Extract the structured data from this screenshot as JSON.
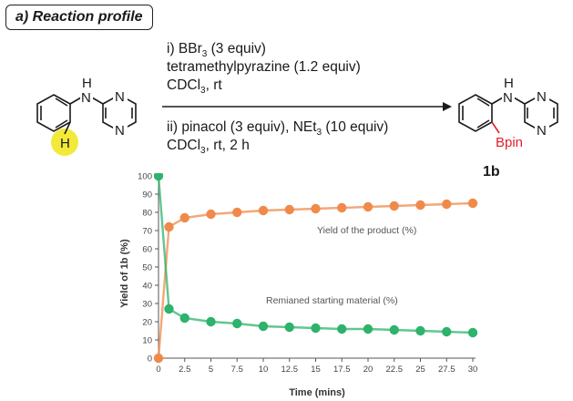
{
  "panel_label": "a) Reaction profile",
  "conditions": {
    "step1_line1_pre": "i) BBr",
    "step1_line1_sub": "3",
    "step1_line1_post": " (3 equiv)",
    "step1_line2": "tetramethylpyrazine (1.2 equiv)",
    "step1_line3_pre": "CDCl",
    "step1_line3_sub": "3",
    "step1_line3_post": ", rt",
    "step2_line1_pre": "ii) pinacol (3 equiv), NEt",
    "step2_line1_sub": "3",
    "step2_line1_post": " (10 equiv)",
    "step2_line2_pre": "CDCl",
    "step2_line2_sub": "3",
    "step2_line2_post": ", rt, 2 h"
  },
  "structures": {
    "nh_label": "H",
    "n_label": "N",
    "h_label": "H",
    "bpin_label": "Bpin",
    "highlight_color": "#f2e93a",
    "bpin_color": "#e0202a"
  },
  "product_label": "1b",
  "chart_data": {
    "type": "line",
    "xlabel": "Time (mins)",
    "ylabel": "Yield of 1b (%)",
    "xlim": [
      0,
      30
    ],
    "ylim": [
      0,
      100
    ],
    "xticks": [
      "0",
      "2.5",
      "5",
      "7.5",
      "10",
      "12.5",
      "15",
      "17.5",
      "20",
      "22.5",
      "25",
      "27.5",
      "30"
    ],
    "yticks": [
      "0",
      "10",
      "20",
      "30",
      "40",
      "50",
      "60",
      "70",
      "80",
      "90",
      "100"
    ],
    "grid": false,
    "series": [
      {
        "name": "Yield of the product (%)",
        "color": "#f08a4b",
        "x": [
          0,
          1,
          2.5,
          5,
          7.5,
          10,
          12.5,
          15,
          17.5,
          20,
          22.5,
          25,
          27.5,
          30
        ],
        "y": [
          0,
          72,
          77,
          79,
          80,
          81,
          81.5,
          82,
          82.5,
          83,
          83.5,
          84,
          84.5,
          85
        ]
      },
      {
        "name": "Remianed starting material (%)",
        "color": "#2db36b",
        "x": [
          0,
          1,
          2.5,
          5,
          7.5,
          10,
          12.5,
          15,
          17.5,
          20,
          22.5,
          25,
          27.5,
          30
        ],
        "y": [
          100,
          27,
          22,
          20,
          19,
          17.5,
          17,
          16.5,
          16,
          16,
          15.5,
          15,
          14.5,
          14
        ]
      }
    ]
  }
}
